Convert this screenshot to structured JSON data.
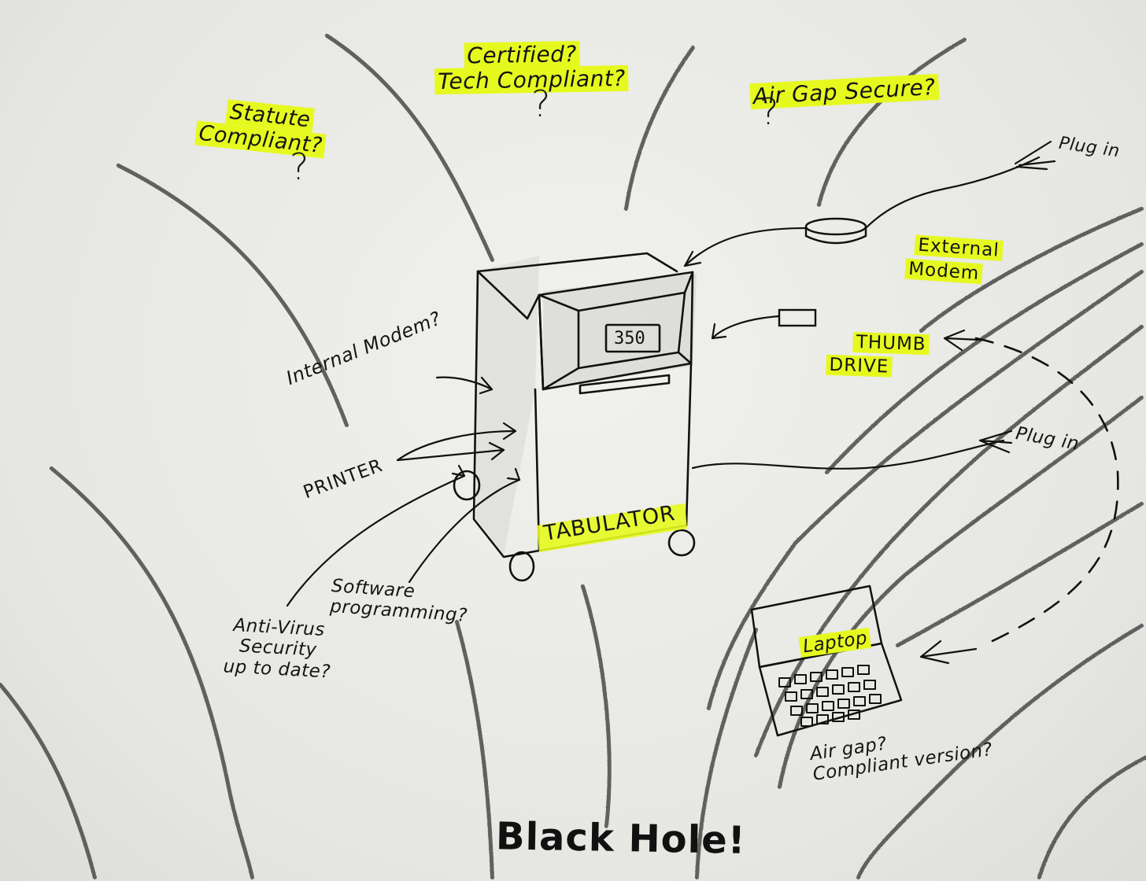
{
  "questions": {
    "statute": "Statute\nCompliant?",
    "certified": "Certified?\nTech Compliant?",
    "air_gap": "Air Gap Secure?",
    "mark": "?"
  },
  "device": {
    "name": "TABULATOR",
    "counter": "350"
  },
  "inputs": {
    "external_modem": "External\nModem",
    "thumb_drive": "THUMB\nDRIVE",
    "plug_in_top": "Plug in",
    "plug_in_mid": "Plug in",
    "internal_modem": "Internal Modem?",
    "printer": "PRINTER",
    "software": "Software\nprogramming?",
    "antivirus": "Anti-Virus\nSecurity\nup to date?"
  },
  "laptop": {
    "label": "Laptop",
    "caption": "Air gap?\nCompliant version?"
  },
  "footer": {
    "title": "Black Hole!"
  },
  "colors": {
    "highlight": "#e6f91f",
    "ink": "#151515",
    "pencil": "#3a3a3a"
  }
}
